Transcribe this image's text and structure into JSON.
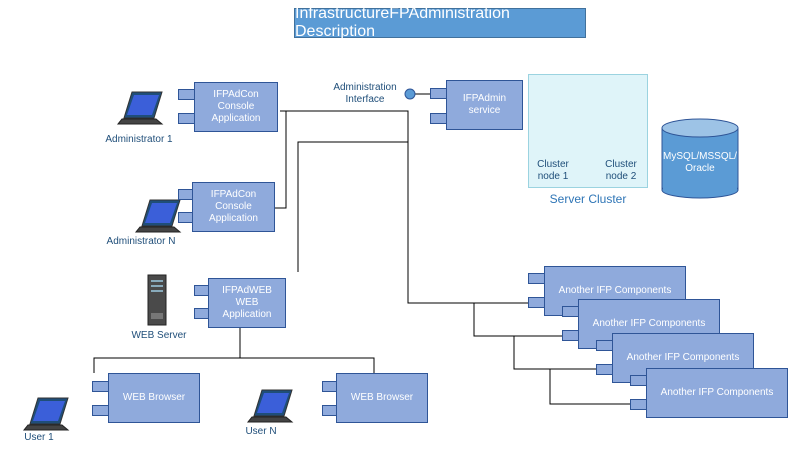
{
  "title": "InfrastructureFPAdministration Description",
  "admin_interface_label": "Administration\nInterface",
  "components": {
    "adcon1": "IFPAdCon\nConsole\nApplication",
    "adcon2": "IFPAdCon\nConsole\nApplication",
    "admin_service": "IFPAdmin\nservice",
    "adweb": "IFPAdWEB\nWEB\nApplication",
    "browser1": "WEB Browser",
    "browser2": "WEB Browser",
    "ifp1": "Another IFP Components",
    "ifp2": "Another IFP Components",
    "ifp3": "Another IFP Components",
    "ifp4": "Another IFP Components"
  },
  "actors": {
    "admin1": "Administrator 1",
    "adminN": "Administrator N",
    "web_server": "WEB Server",
    "user1": "User 1",
    "userN": "User N"
  },
  "cluster": {
    "label": "Server Cluster",
    "node1": "Cluster\nnode 1",
    "node2": "Cluster\nnode 2"
  },
  "database": "MySQL/MSSQL/\nOracle",
  "colors": {
    "fill": "#8faadc",
    "stroke": "#2f5597",
    "title": "#5b9bd5",
    "label": "#1f4e79"
  }
}
